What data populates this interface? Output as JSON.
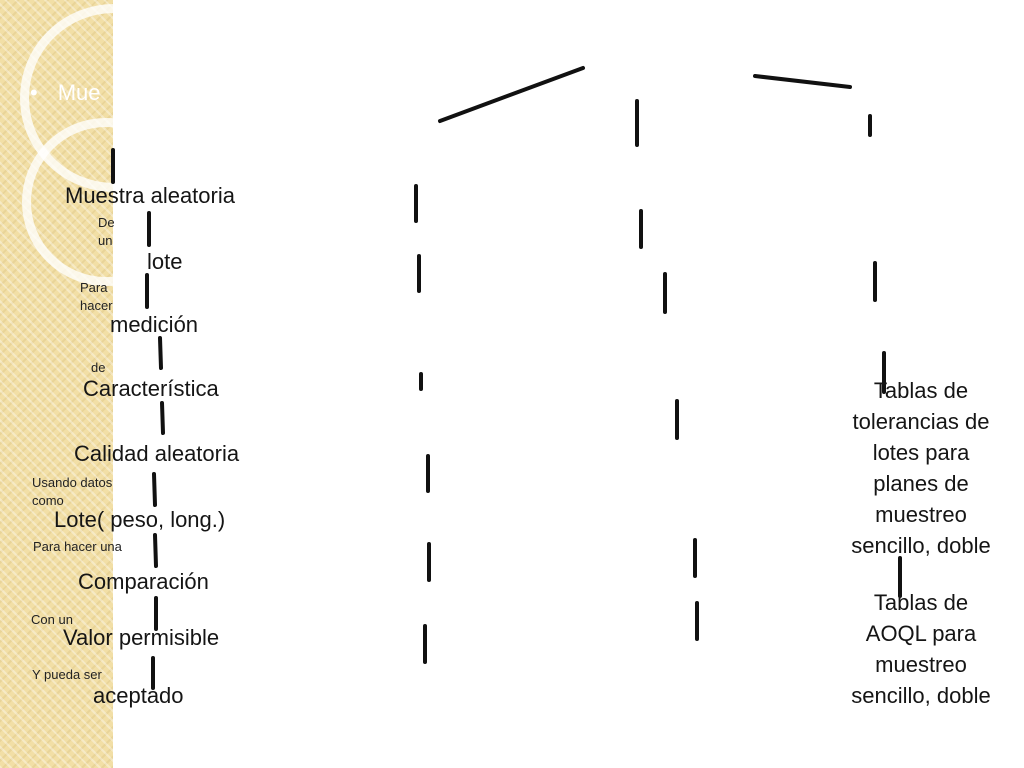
{
  "bullet_text": "Mue",
  "chain": [
    "Muestra aleatoria",
    "lote",
    "medición",
    "Característica",
    "Calidad aleatoria",
    "Lote( peso, long.)",
    "Comparación",
    "Valor permisible",
    "aceptado"
  ],
  "connectors": [
    "De\nun",
    "Para\nhacer",
    "de",
    "Usando datos\ncomo",
    "Para hacer una",
    "Con un",
    "Y pueda ser"
  ],
  "right_boxes": [
    "Tablas de\ntolerancias de\nlotes para\nplanes de\nmuestreo\nsencillo, doble",
    "Tablas de\nAOQL para\nmuestreo\nsencillo, doble"
  ],
  "colors": {
    "strip": "#f2dfa6",
    "line": "#111111"
  }
}
